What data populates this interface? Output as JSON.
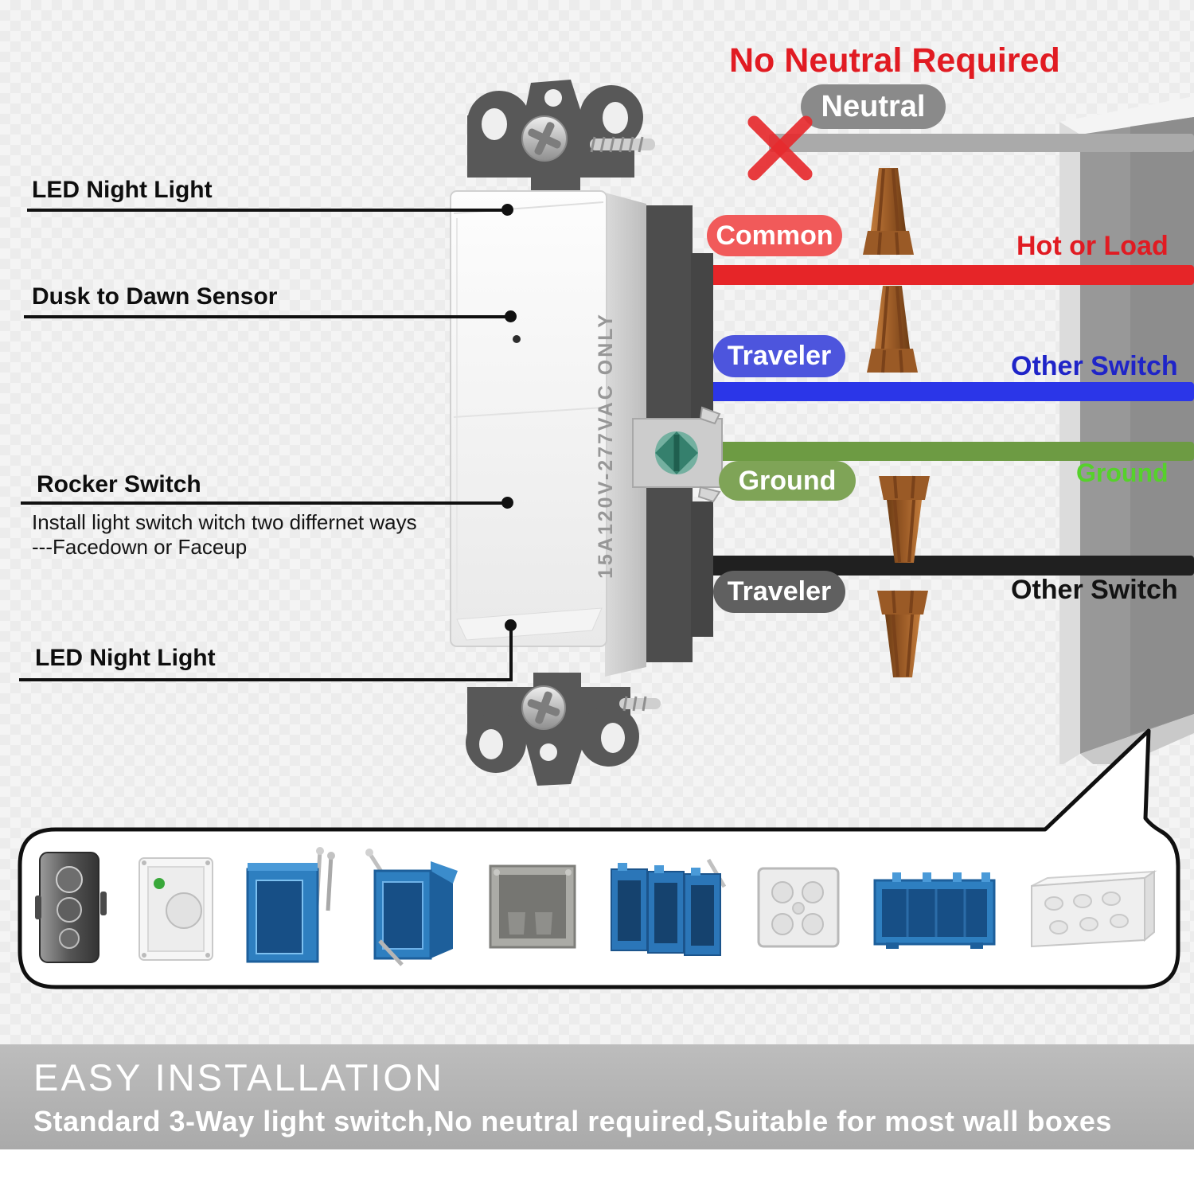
{
  "title": {
    "text": "No Neutral Required",
    "color": "#e11b22"
  },
  "callouts": {
    "led_top": "LED Night Light",
    "sensor": "Dusk to Dawn Sensor",
    "rocker": "Rocker Switch",
    "rocker_sub1": "Install light switch witch two differnet ways",
    "rocker_sub2": "---Facedown or Faceup",
    "led_bottom": "LED Night Light"
  },
  "switch": {
    "side_marking": "15A120V-277VAC ONLY"
  },
  "wiring": {
    "neutral": {
      "label": "Neutral",
      "pill_color": "#8a8a8a",
      "wire_color": "#aaaaaa",
      "crossed_out": true
    },
    "common": {
      "label": "Common",
      "pill_color": "#f15a5a",
      "wire_color": "#e62528",
      "right_label": "Hot or Load",
      "right_label_color": "#e11b22"
    },
    "traveler_top": {
      "label": "Traveler",
      "pill_color": "#4d55dd",
      "wire_color": "#2b36e8",
      "right_label": "Other Switch",
      "right_label_color": "#1f24c8"
    },
    "ground": {
      "label": "Ground",
      "pill_color": "#7fa457",
      "wire_color": "#6d9b43",
      "right_label": "Ground",
      "right_label_color": "#56d12b"
    },
    "traveler_bottom": {
      "label": "Traveler",
      "pill_color": "#606060",
      "wire_color": "#202020",
      "right_label": "Other Switch",
      "right_label_color": "#131313"
    }
  },
  "wire_nut_color": "#a8652e",
  "x_mark_color": "#e62a2e",
  "banner": {
    "heading": "EASY INSTALLATION",
    "subheading": "Standard 3-Way light switch,No neutral required,Suitable for most wall boxes",
    "bg": "#b4b4b4"
  },
  "gallery": {
    "items": [
      "dark-metal-1gang-box",
      "white-metal-outdoor-box",
      "blue-plastic-1gang-nail-on-box",
      "blue-plastic-2gang-bracket-box",
      "gray-2gang-old-work-box",
      "blue-plastic-3gang-box",
      "metal-square-knockout-box",
      "blue-plastic-4gang-box",
      "metal-long-knockout-box"
    ]
  }
}
